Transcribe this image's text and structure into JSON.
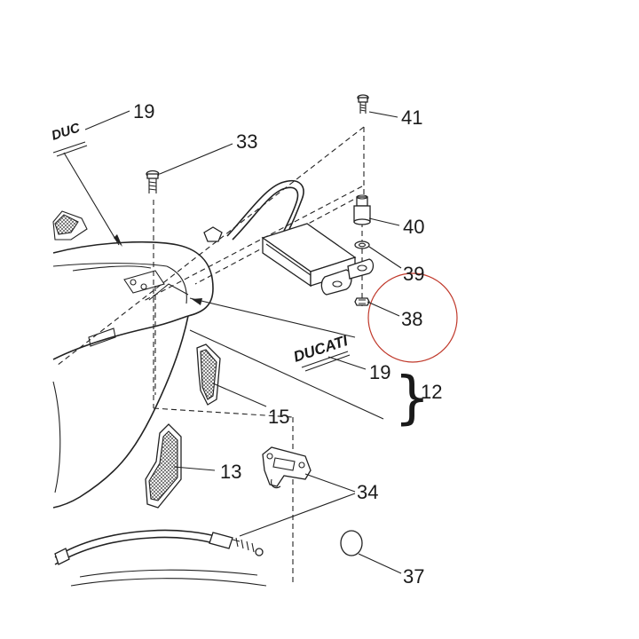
{
  "callouts": {
    "c41": "41",
    "c33": "33",
    "c19_top": "19",
    "c40": "40",
    "c39": "39",
    "c38": "38",
    "c19_mid": "19",
    "c12": "12",
    "c15": "15",
    "c13": "13",
    "c34": "34",
    "c37": "37"
  },
  "decals": {
    "ducati_logo": "DUCATI",
    "ducati_logo_partial": "DUC"
  },
  "highlight": {
    "color": "#c0392b",
    "target_callout": "38"
  },
  "colors": {
    "line": "#222222",
    "background": "#ffffff"
  }
}
